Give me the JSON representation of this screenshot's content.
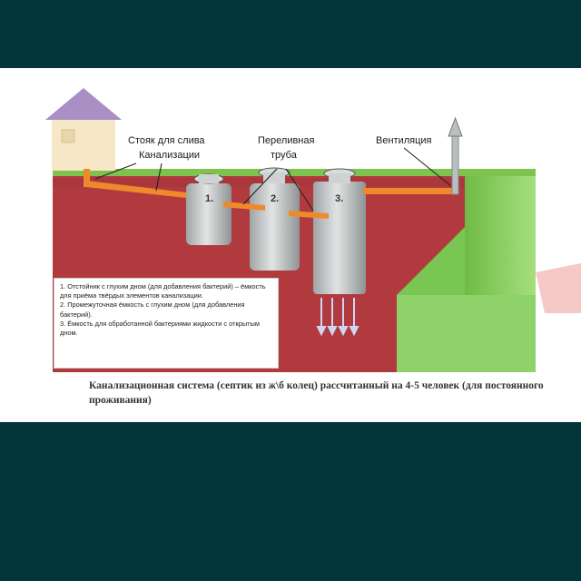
{
  "labels": {
    "riser_line1": "Стояк для слива",
    "riser_line2": "Канализации",
    "overflow_line1": "Переливная",
    "overflow_line2": "труба",
    "ventilation": "Вентиляция"
  },
  "tanks": [
    "1.",
    "2.",
    "3."
  ],
  "legend": [
    "1. Отстойник с глухим дном (для добавления бактерий) – ёмкость для приёма твёрдых элементов канализации.",
    "2. Промежуточная ёмкость с глухим дном (для добавления бактерий).",
    "3. Ёмкость для обработанной бактериями жидкости с открытым дном."
  ],
  "caption": "Канализационная система (септик из ж\\б колец) рассчитанный на 4-5 человек (для постоянного проживания)",
  "colors": {
    "background": "#01353a",
    "panel": "#ffffff",
    "soil": "#b13a3f",
    "grass": "#7fc24d",
    "green_block": "#8fd26a",
    "pipe": "#ef8a2c",
    "tank": "#c4c8c8",
    "house_roof": "#a98fc4",
    "house_wall": "#f6e7c7"
  }
}
